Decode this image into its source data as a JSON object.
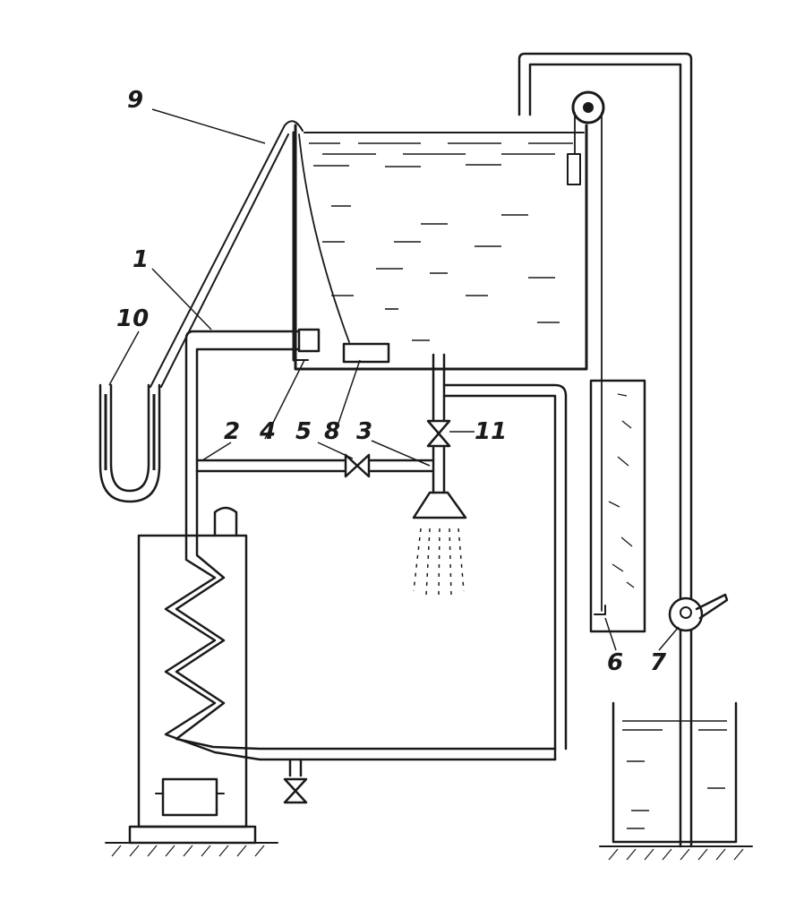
{
  "labels": {
    "l1": "1",
    "l2": "2",
    "l4": "4",
    "l5": "5",
    "l8": "8",
    "l3": "3",
    "l11": "11",
    "l9": "9",
    "l10": "10",
    "l6": "6",
    "l7": "7"
  },
  "colors": {
    "ink": "#1a1a1a",
    "paper": "#ffffff"
  }
}
